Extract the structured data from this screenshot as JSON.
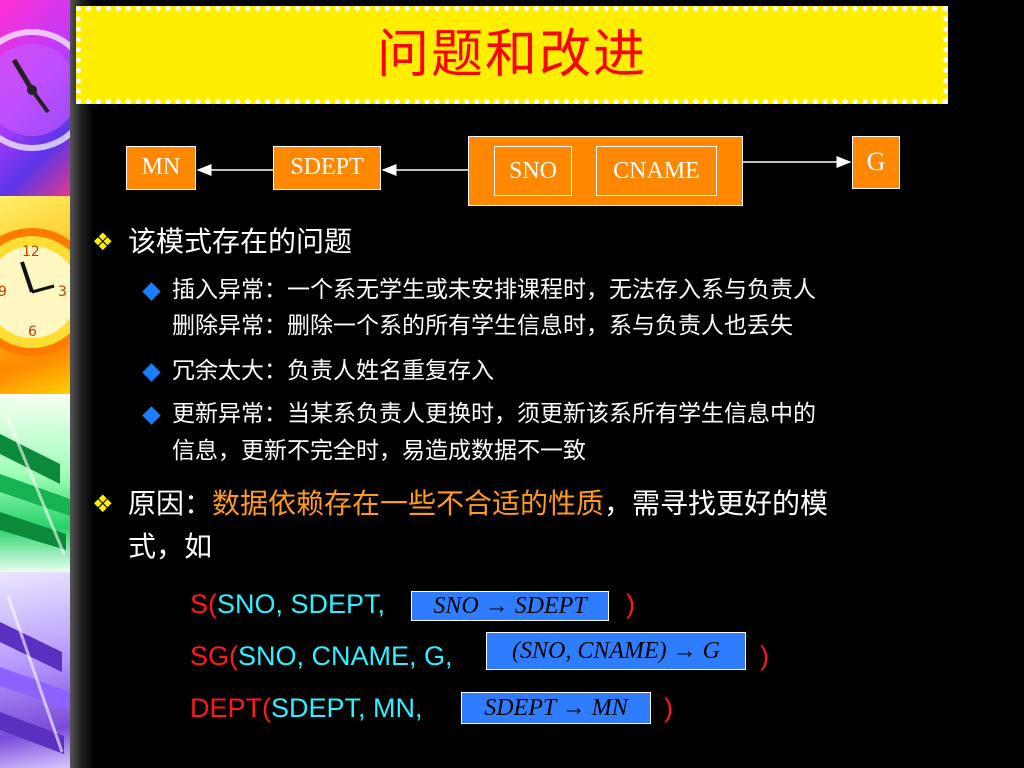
{
  "title": "问题和改进",
  "diagram": {
    "mn": "MN",
    "sdept": "SDEPT",
    "sno": "SNO",
    "cname": "CNAME",
    "g": "G"
  },
  "bullets": {
    "problem": "该模式存在的问题",
    "insert_line1": "插入异常：一个系无学生或未安排课程时，无法存入系与负责人",
    "insert_line2": "删除异常：删除一个系的所有学生信息时，系与负责人也丢失",
    "redundancy": "冗余太大：负责人姓名重复存入",
    "update_line1": "更新异常：当某系负责人更换时，须更新该系所有学生信息中的",
    "update_line2": "信息，更新不完全时，易造成数据不一致",
    "reason_prefix": "原因：",
    "reason_highlight": "数据依赖存在一些不合适的性质",
    "reason_suffix": "，需寻找更好的模",
    "reason_line2": "式，如"
  },
  "formulas": {
    "s_name": "S(",
    "s_attrs": "SNO, SDEPT,",
    "s_fd": "SNO → SDEPT",
    "s_close": ")",
    "sg_name": "SG(",
    "sg_attrs": "SNO, CNAME, G,",
    "sg_fd": "(SNO, CNAME) → G",
    "sg_close": ")",
    "dept_name": "DEPT(",
    "dept_attrs": "SDEPT, MN,",
    "dept_fd": "SDEPT → MN",
    "dept_close": ")"
  },
  "colors": {
    "title_bg": "#ffee00",
    "title_text": "#ff0000",
    "diagram_box": "#ff8800",
    "highlight": "#ff9a1f",
    "formula_box": "#2f7dff",
    "attr_text": "#2ef0ff",
    "paren_text": "#ff1a1a"
  },
  "icons": {
    "level1_bullet": "four-diamond-bullet-icon",
    "level2_bullet": "blue-diamond-bullet-icon"
  }
}
